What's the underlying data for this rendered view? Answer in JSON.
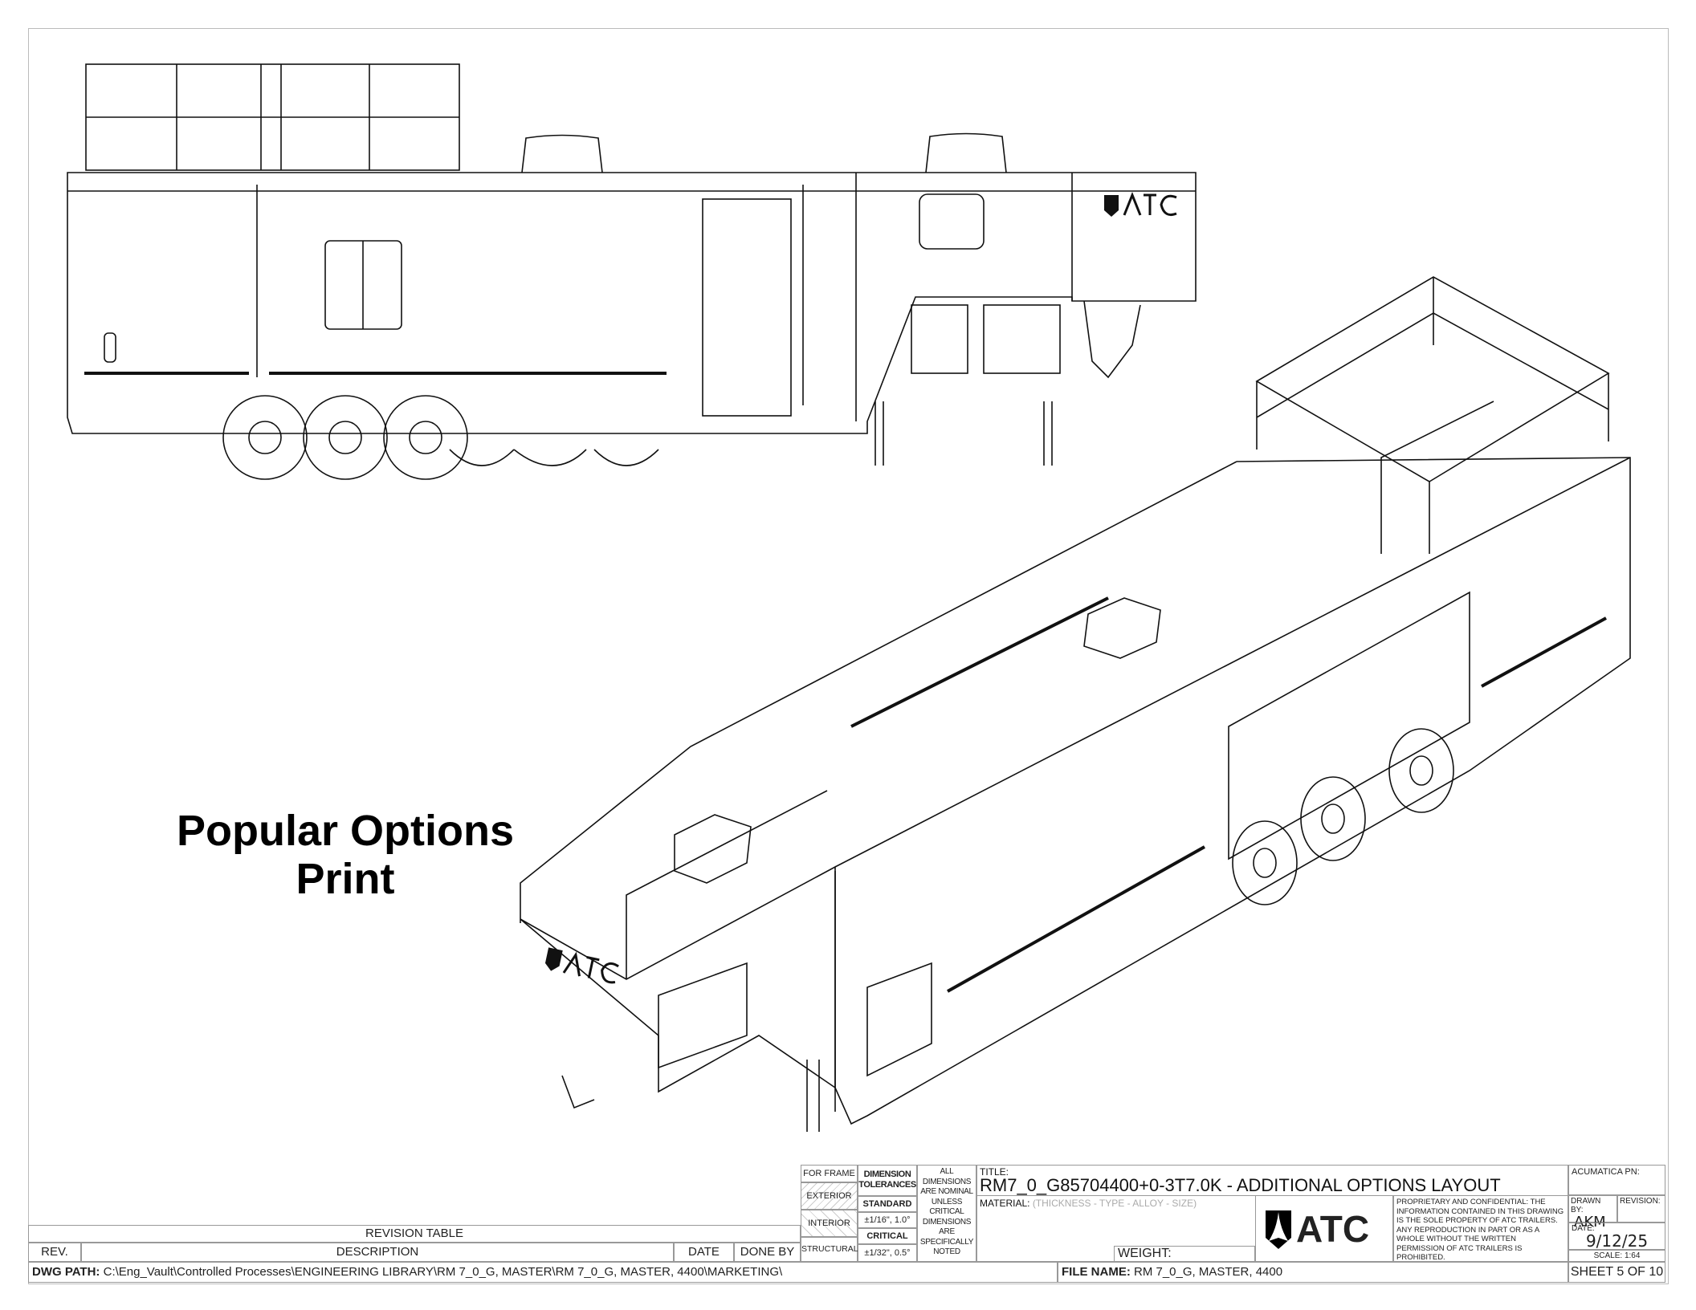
{
  "headline": {
    "line1": "Popular Options",
    "line2": "Print"
  },
  "logo_text": "ATC",
  "revision_table": {
    "title": "REVISION TABLE",
    "columns": [
      "REV.",
      "DESCRIPTION",
      "DATE",
      "DONE BY"
    ]
  },
  "dwg_path": {
    "label": "DWG PATH:",
    "value": "C:\\Eng_Vault\\Controlled Processes\\ENGINEERING LIBRARY\\RM 7_0_G, MASTER\\RM 7_0_G, MASTER, 4400\\MARKETING\\"
  },
  "hatch_legend": [
    "FOR FRAME",
    "EXTERIOR",
    "INTERIOR",
    "STRUCTURAL"
  ],
  "tolerances": {
    "header": "DIMENSION TOLERANCES",
    "standard_label": "STANDARD",
    "standard_value": "±1/16\", 1.0°",
    "critical_label": "CRITICAL",
    "critical_value": "±1/32\", 0.5°"
  },
  "nominal_note": "ALL DIMENSIONS ARE NOMINAL UNLESS CRITICAL DIMENSIONS ARE SPECIFICALLY NOTED",
  "title_block": {
    "title_label": "TITLE:",
    "title": "RM7_0_G85704400+0-3T7.0K - ADDITIONAL OPTIONS LAYOUT",
    "material_label": "MATERIAL:",
    "material_value": "(THICKNESS - TYPE - ALLOY - SIZE)",
    "weight_label": "WEIGHT:",
    "proprietary": "PROPRIETARY AND CONFIDENTIAL: THE INFORMATION CONTAINED IN THIS DRAWING IS THE SOLE PROPERTY OF ATC TRAILERS. ANY REPRODUCTION IN PART OR AS A WHOLE WITHOUT THE WRITTEN PERMISSION OF ATC TRAILERS IS PROHIBITED.",
    "acumatica_label": "ACUMATICA PN:",
    "drawn_by_label": "DRAWN BY:",
    "drawn_by": "AKM",
    "revision_label": "REVISION:",
    "date_label": "DATE:",
    "date": "9/12/25",
    "scale": "SCALE: 1:64",
    "file_name_label": "FILE NAME:",
    "file_name": "RM 7_0_G, MASTER, 4400",
    "sheet": "SHEET 5 OF 10"
  }
}
